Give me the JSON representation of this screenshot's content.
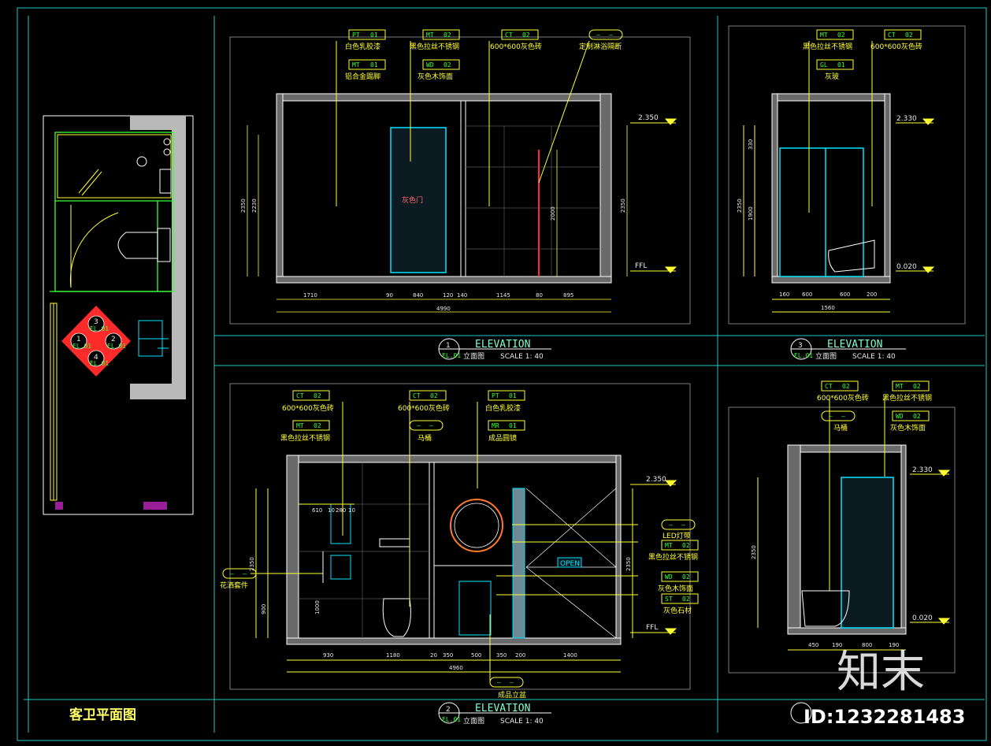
{
  "drawing": {
    "plan_title": "客卫平面图",
    "watermark_id": "ID:1232281483",
    "watermark_brand": "知末",
    "colors": {
      "frame": "#1ec8c8",
      "wall": "#ffffff",
      "yellow": "#ffff33",
      "green": "#39ff39",
      "cyan": "#00e5ff",
      "red": "#ff2a2a",
      "magenta": "#ff33ff"
    }
  },
  "plan": {
    "index_symbol": {
      "top": "3",
      "left": "1",
      "right": "2",
      "bottom": "4",
      "ref": "EL.01"
    }
  },
  "elevation_1": {
    "number": "1",
    "ref": "EL.01",
    "label": "ELEVATION",
    "subtitle": "立面图",
    "scale": "SCALE  1: 40",
    "tags": [
      {
        "code": "PT",
        "num": "01",
        "desc": "白色乳胶漆"
      },
      {
        "code": "MT",
        "num": "01",
        "desc": "铝合金踢脚"
      },
      {
        "code": "MT",
        "num": "02",
        "desc": "黑色拉丝不锈钢"
      },
      {
        "code": "WD",
        "num": "02",
        "desc": "灰色木饰面"
      },
      {
        "code": "CT",
        "num": "02",
        "desc": "600*600灰色砖"
      },
      {
        "code": "—",
        "num": "—",
        "desc": "定制淋浴隔断"
      }
    ],
    "door_label": "灰色门",
    "level_top": "2.350",
    "level_floor": "FFL",
    "dims_h": [
      "1710",
      "90",
      "840",
      "120",
      "140",
      "1145",
      "80",
      "895"
    ],
    "dim_total": "4990",
    "dims_v_left": [
      "2350",
      "2230"
    ],
    "dims_v_right": [
      "2000",
      "2350"
    ]
  },
  "elevation_2": {
    "number": "2",
    "ref": "EL.01",
    "label": "ELEVATION",
    "subtitle": "立面图",
    "scale": "SCALE  1: 40",
    "tags": [
      {
        "code": "CT",
        "num": "02",
        "desc": "600*600灰色砖"
      },
      {
        "code": "MT",
        "num": "02",
        "desc": "黑色拉丝不锈钢"
      },
      {
        "code": "CT",
        "num": "02",
        "desc": "600*600灰色砖"
      },
      {
        "code": "—",
        "num": "—",
        "desc": "马桶"
      },
      {
        "code": "PT",
        "num": "01",
        "desc": "白色乳胶漆"
      },
      {
        "code": "MR",
        "num": "01",
        "desc": "成品圆镜"
      },
      {
        "code": "—",
        "num": "—",
        "desc": "LED灯带"
      },
      {
        "code": "MT",
        "num": "02",
        "desc": "黑色拉丝不锈钢"
      },
      {
        "code": "WD",
        "num": "02",
        "desc": "灰色木饰面"
      },
      {
        "code": "ST",
        "num": "02",
        "desc": "灰色石材"
      },
      {
        "code": "—",
        "num": "—",
        "desc": "花洒套件"
      },
      {
        "code": "—",
        "num": "—",
        "desc": "成品立盆"
      }
    ],
    "open_label": "OPEN",
    "level_top": "2.350",
    "level_floor": "FFL",
    "dims_h": [
      "930",
      "1180",
      "20",
      "350",
      "500",
      "350",
      "200",
      "1400"
    ],
    "dim_total": "4960",
    "dims_top": [
      "610",
      "10",
      "280",
      "10"
    ],
    "dims_v_left": [
      "2350",
      "900",
      "1000"
    ],
    "dims_v_right": [
      "2350"
    ]
  },
  "elevation_3": {
    "number": "3",
    "ref": "EL.01",
    "label": "ELEVATION",
    "subtitle": "立面图",
    "scale": "SCALE  1: 40",
    "tags": [
      {
        "code": "MT",
        "num": "02",
        "desc": "黑色拉丝不锈钢"
      },
      {
        "code": "CT",
        "num": "02",
        "desc": "600*600灰色砖"
      },
      {
        "code": "GL",
        "num": "01",
        "desc": "灰玻"
      }
    ],
    "level_top": "2.330",
    "level_bottom": "0.020",
    "dims_h": [
      "160",
      "600",
      "600",
      "200"
    ],
    "dim_total": "1560",
    "dims_v": [
      "2350",
      "1900",
      "330"
    ]
  },
  "elevation_4": {
    "tags": [
      {
        "code": "CT",
        "num": "02",
        "desc": "600*600灰色砖"
      },
      {
        "code": "MT",
        "num": "02",
        "desc": "黑色拉丝不锈钢"
      },
      {
        "code": "WD",
        "num": "02",
        "desc": "灰色木饰面"
      },
      {
        "code": "—",
        "num": "—",
        "desc": "马桶"
      }
    ],
    "level_top": "2.330",
    "level_bottom": "0.020",
    "dims_h": [
      "450",
      "190",
      "800",
      "190"
    ],
    "dims_v": [
      "2350"
    ]
  }
}
